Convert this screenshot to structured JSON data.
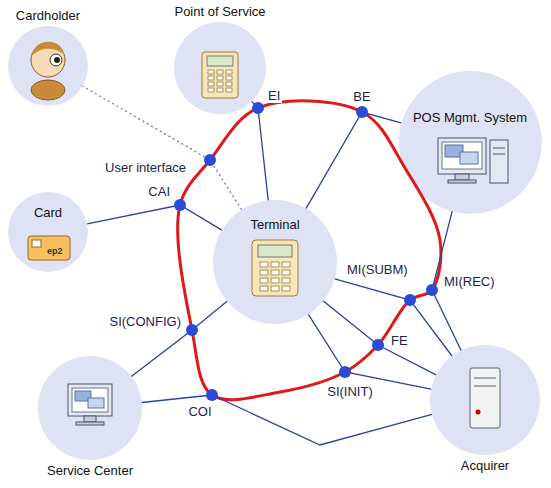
{
  "diagram": {
    "nodes": [
      {
        "text": [
          "Cardholder"
        ]
      },
      {
        "text": [
          "Point of Service"
        ]
      },
      {
        "text": [
          "POS Mgmt. System"
        ]
      },
      {
        "text": [
          "Card"
        ]
      },
      {
        "text": [
          "Terminal"
        ]
      },
      {
        "text": [
          "Service Center"
        ]
      },
      {
        "text": [
          "Acquirer"
        ]
      }
    ],
    "edges": [
      {
        "from": 4,
        "to": 0,
        "arrow": "none",
        "label": "User interface"
      },
      {
        "from": 4,
        "to": 1,
        "arrow": "none",
        "label": "EI"
      },
      {
        "from": 4,
        "to": 2,
        "arrow": "none",
        "label": "BE"
      },
      {
        "from": 4,
        "to": 3,
        "arrow": "none",
        "label": "CAI"
      },
      {
        "from": 4,
        "to": 5,
        "arrow": "none",
        "label": "SI(CONFIG)"
      },
      {
        "from": 4,
        "to": 6,
        "arrow": "none",
        "label": "SI(INIT)"
      },
      {
        "from": 4,
        "to": 6,
        "arrow": "none",
        "label": "FE"
      },
      {
        "from": 4,
        "to": 6,
        "arrow": "none",
        "label": "MI(SUBM)"
      },
      {
        "from": 5,
        "to": 6,
        "arrow": "none",
        "label": "COI"
      },
      {
        "from": 2,
        "to": 6,
        "arrow": "none",
        "label": "MI(REC)"
      }
    ],
    "labels": [
      "ep2"
    ]
  }
}
